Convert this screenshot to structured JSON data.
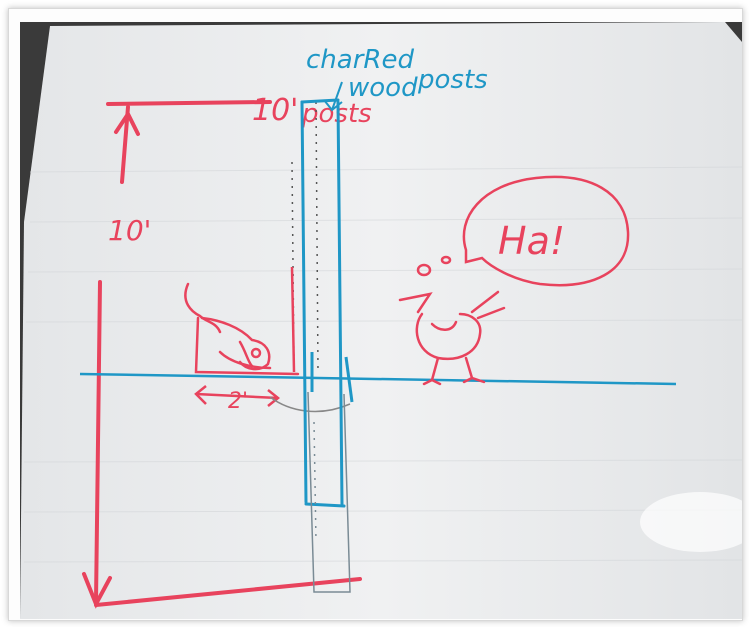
{
  "sketch": {
    "pink_color": "#e8435d",
    "blue_color": "#1f97c6",
    "paper_color": "#eceeef",
    "labels": {
      "top_dimension": "10'",
      "posts_label": "posts",
      "side_dimension": "10'",
      "speech": "Ha!",
      "charred": "charRed",
      "wood": "wood",
      "blue_posts": "posts",
      "hole_dimension": "2'"
    }
  }
}
